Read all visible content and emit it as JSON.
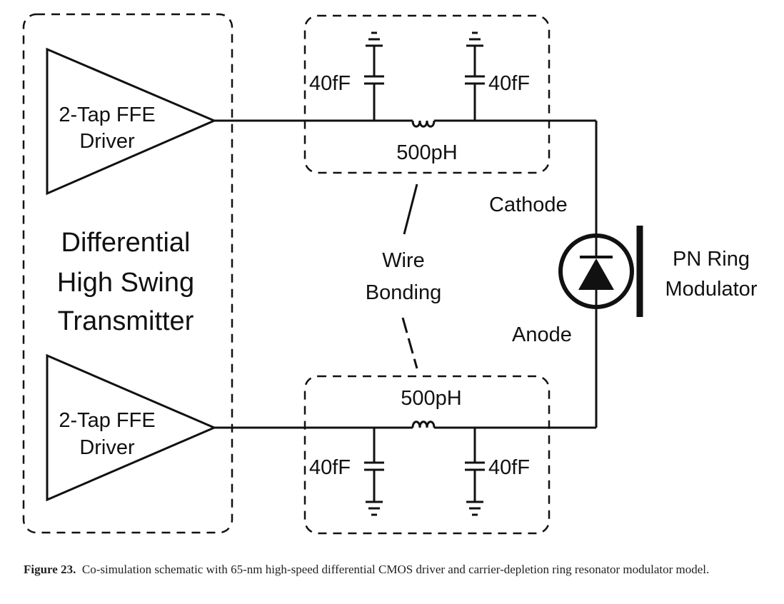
{
  "diagram": {
    "transmitter_label": [
      "Differential",
      "High Swing",
      "Transmitter"
    ],
    "driver_top": [
      "2-Tap FFE",
      "Driver"
    ],
    "driver_bottom": [
      "2-Tap FFE",
      "Driver"
    ],
    "cap_top_left": "40fF",
    "cap_top_right": "40fF",
    "cap_bottom_left": "40fF",
    "cap_bottom_right": "40fF",
    "inductor_top": "500pH",
    "inductor_bottom": "500pH",
    "wire_bonding": [
      "Wire",
      "Bonding"
    ],
    "cathode": "Cathode",
    "anode": "Anode",
    "modulator": [
      "PN Ring",
      "Modulator"
    ]
  },
  "caption": {
    "figure_label": "Figure 23.",
    "text": "Co-simulation schematic with 65-nm high-speed differential CMOS driver and carrier-depletion ring resonator modulator model."
  }
}
